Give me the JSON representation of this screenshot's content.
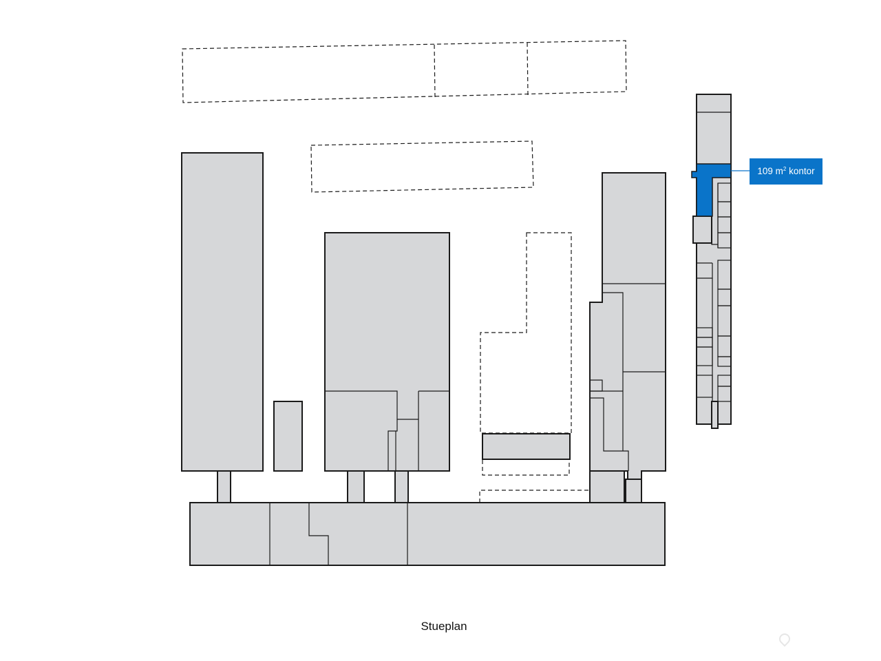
{
  "plan": {
    "highlight_area_value": "109 m",
    "highlight_area_unit_sup": "2",
    "highlight_area_label": " kontor",
    "caption": "Stueplan"
  },
  "colors": {
    "room_fill": "#d6d7d9",
    "wall_stroke": "#1a1a1a",
    "highlight": "#0a74c9",
    "background": "#ffffff",
    "callout_text": "#ffffff"
  },
  "icons": {
    "watermark": "map-pin-icon"
  }
}
